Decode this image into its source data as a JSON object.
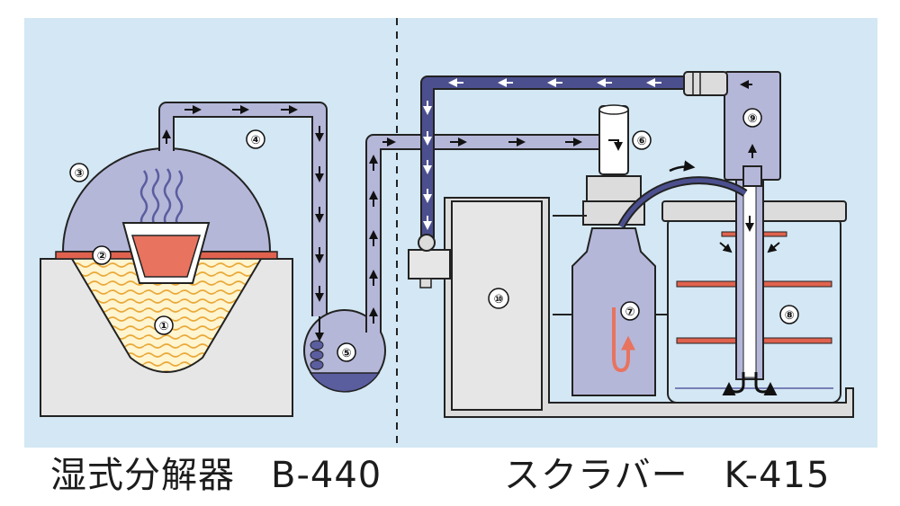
{
  "colors": {
    "background": "#d3e7f4",
    "vessel_fill": "#b5b7d9",
    "outline": "#222222",
    "gas_tube": "#b5b7d9",
    "air_tube": "#4b4f8e",
    "sample": "#e8735f",
    "gasket": "#e0624e",
    "heater_coil": "#e9a93a",
    "base_gray": "#e6e6e6",
    "pump_gray": "#dcdcdc",
    "liquid": "#5a5d9e"
  },
  "captions": {
    "left_name": "湿式分解器",
    "left_model": "B-440",
    "right_name": "スクラバー",
    "right_model": "K-415"
  },
  "labels": [
    {
      "id": "1",
      "text": "①",
      "part": "heating-block"
    },
    {
      "id": "2",
      "text": "②",
      "part": "gasket"
    },
    {
      "id": "3",
      "text": "③",
      "part": "hood"
    },
    {
      "id": "4",
      "text": "④",
      "part": "exhaust-tube"
    },
    {
      "id": "5",
      "text": "⑤",
      "part": "condensate-trap"
    },
    {
      "id": "6",
      "text": "⑥",
      "part": "check-valve"
    },
    {
      "id": "7",
      "text": "⑦",
      "part": "neutralization-bottle"
    },
    {
      "id": "8",
      "text": "⑧",
      "part": "water-tank"
    },
    {
      "id": "9",
      "text": "⑨",
      "part": "aspirator-head"
    },
    {
      "id": "10",
      "text": "⑩",
      "part": "pump-housing"
    }
  ]
}
